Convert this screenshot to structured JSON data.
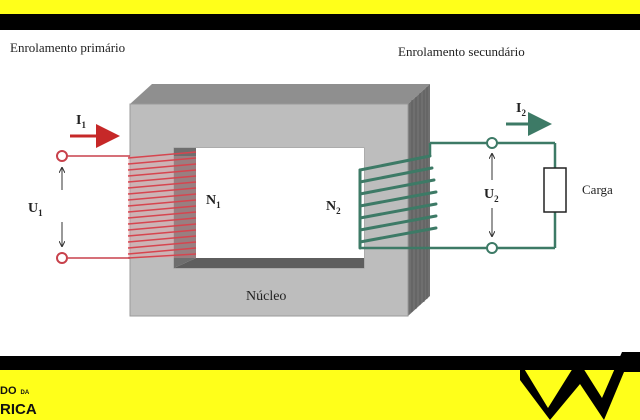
{
  "labels": {
    "primary_winding": "Enrolamento primário",
    "secondary_winding": "Enrolamento secundário",
    "core": "Núcleo",
    "load": "Carga",
    "current_primary": "I",
    "current_primary_sub": "1",
    "current_secondary": "I",
    "current_secondary_sub": "2",
    "voltage_primary": "U",
    "voltage_primary_sub": "1",
    "voltage_secondary": "U",
    "voltage_secondary_sub": "2",
    "turns_primary": "N",
    "turns_primary_sub": "1",
    "turns_secondary": "N",
    "turns_secondary_sub": "2"
  },
  "branding": {
    "line1_prefix": "DO",
    "line1_small": "DA",
    "line2": "RICA"
  },
  "colors": {
    "banner_yellow": "#ffff1a",
    "band_black": "#000000",
    "core_front": "#bdbdbd",
    "primary_coil": "#d6454f",
    "primary_wire": "#c8414b",
    "secondary_coil": "#3d7a66",
    "arrow_primary": "#c62828",
    "arrow_secondary": "#3d7a66"
  }
}
